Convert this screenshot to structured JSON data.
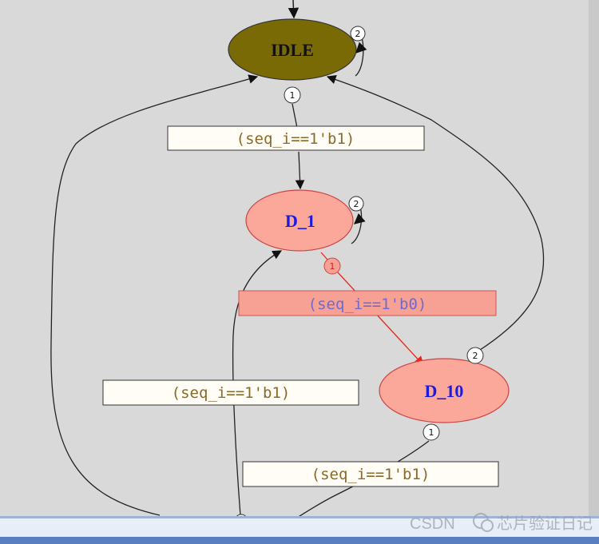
{
  "states": {
    "idle": {
      "label": "IDLE",
      "fill": "#7a6a05",
      "text_color": "#111111"
    },
    "d1": {
      "label": "D_1",
      "fill": "#fba89a",
      "text_color": "#1a1ae0"
    },
    "d10": {
      "label": "D_10",
      "fill": "#fba89a",
      "text_color": "#1a1ae0"
    }
  },
  "conditions": {
    "idle_to_d1": "(seq_i==1'b1)",
    "d1_to_d10": "(seq_i==1'b0)",
    "left_loop": "(seq_i==1'b1)",
    "d10_exit": "(seq_i==1'b1)"
  },
  "priorities": {
    "idle_self": "2",
    "idle_out": "1",
    "d1_self": "2",
    "d1_out": "1",
    "d10_to_idle": "2",
    "d10_out": "1"
  },
  "watermark": {
    "site": "CSDN",
    "channel": "芯片验证日记"
  },
  "colors": {
    "background": "#d9d9d9",
    "edge": "#222222",
    "highlight_edge": "#e8261a",
    "highlight_box": "#f7a094",
    "label_box": "#fffdf6",
    "label_text": "#8a6a2a",
    "highlight_label_text": "#6f6ad0"
  }
}
